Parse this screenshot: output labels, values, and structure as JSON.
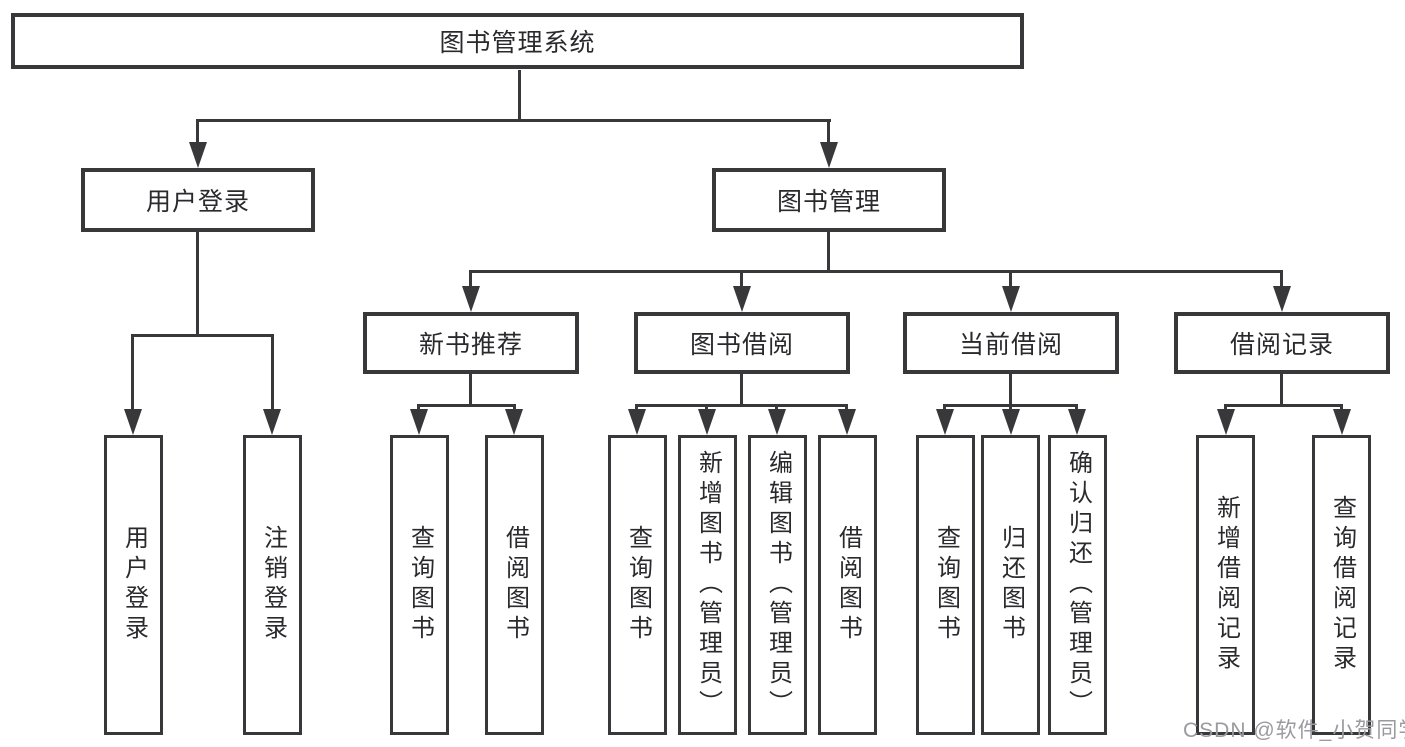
{
  "title": "图书管理系统",
  "watermark": "CSDN @软件_小贺同学",
  "colors": {
    "line": "#38383b",
    "box_border": "#38383b",
    "box_background": "#ffffff",
    "text": "#2a2a2d",
    "watermark": "#9a9aa0",
    "background": "#ffffff"
  },
  "icons": {
    "arrowhead": "arrow-down"
  },
  "tree": {
    "root": {
      "label": "图书管理系统"
    },
    "level2": [
      {
        "label": "用户登录",
        "children": [
          {
            "label": "用户登录"
          },
          {
            "label": "注销登录"
          }
        ]
      },
      {
        "label": "图书管理",
        "children": [
          {
            "label": "新书推荐",
            "children": [
              {
                "label": "查询图书"
              },
              {
                "label": "借阅图书"
              }
            ]
          },
          {
            "label": "图书借阅",
            "children": [
              {
                "label": "查询图书"
              },
              {
                "label": "新增图书（管理员）"
              },
              {
                "label": "编辑图书（管理员）"
              },
              {
                "label": "借阅图书"
              }
            ]
          },
          {
            "label": "当前借阅",
            "children": [
              {
                "label": "查询图书"
              },
              {
                "label": "归还图书"
              },
              {
                "label": "确认归还（管理员）"
              }
            ]
          },
          {
            "label": "借阅记录",
            "children": [
              {
                "label": "新增借阅记录"
              },
              {
                "label": "查询借阅记录"
              }
            ]
          }
        ]
      }
    ]
  }
}
